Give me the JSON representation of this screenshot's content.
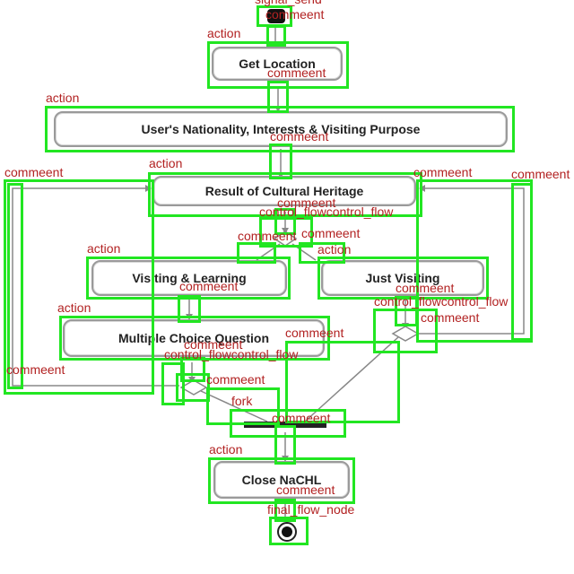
{
  "nodes": {
    "get_location": "Get Location",
    "nationality": "User's Nationality, Interests & Visiting Purpose",
    "cultural": "Result of Cultural Heritage",
    "visiting_learning": "Visiting & Learning",
    "just_visiting": "Just Visiting",
    "mcq": "Multiple Choice Question",
    "close": "Close NaCHL"
  },
  "labels": {
    "initial_cut": "signal_send",
    "comment": "commeent",
    "action": "action",
    "control_flow": "control_flowcontrol_flow",
    "fork": "fork",
    "final": "final_flow_node"
  },
  "colors": {
    "box": "#22e622",
    "label": "#b22222",
    "node_border": "#9a9a9a",
    "edge": "#888888"
  }
}
